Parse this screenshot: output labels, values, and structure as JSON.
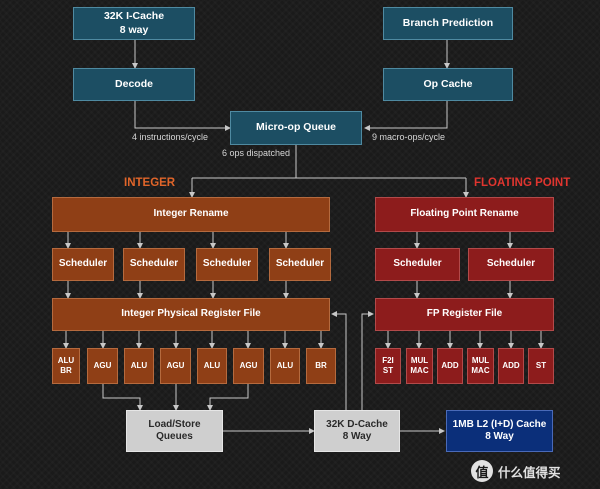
{
  "frontend": {
    "icache": {
      "line1": "32K I-Cache",
      "line2": "8 way"
    },
    "branch": "Branch Prediction",
    "decode": "Decode",
    "opcache": "Op Cache",
    "uopq": "Micro-op Queue",
    "label_left": "4 instructions/cycle",
    "label_right": "9 macro-ops/cycle",
    "label_dispatch": "6 ops dispatched"
  },
  "integer": {
    "heading": "INTEGER",
    "rename": "Integer Rename",
    "schedulers": [
      "Scheduler",
      "Scheduler",
      "Scheduler",
      "Scheduler"
    ],
    "regfile": "Integer Physical Register File",
    "units": [
      {
        "l1": "ALU",
        "l2": "BR"
      },
      {
        "l1": "AGU",
        "l2": ""
      },
      {
        "l1": "ALU",
        "l2": ""
      },
      {
        "l1": "AGU",
        "l2": ""
      },
      {
        "l1": "ALU",
        "l2": ""
      },
      {
        "l1": "AGU",
        "l2": ""
      },
      {
        "l1": "ALU",
        "l2": ""
      },
      {
        "l1": "BR",
        "l2": ""
      }
    ]
  },
  "fp": {
    "heading": "FLOATING POINT",
    "rename": "Floating Point Rename",
    "schedulers": [
      "Scheduler",
      "Scheduler"
    ],
    "regfile": "FP Register File",
    "units": [
      {
        "l1": "F2I",
        "l2": "ST"
      },
      {
        "l1": "MUL",
        "l2": "MAC"
      },
      {
        "l1": "ADD",
        "l2": ""
      },
      {
        "l1": "MUL",
        "l2": "MAC"
      },
      {
        "l1": "ADD",
        "l2": ""
      },
      {
        "l1": "ST",
        "l2": ""
      }
    ]
  },
  "memory": {
    "lsq": {
      "line1": "Load/Store",
      "line2": "Queues"
    },
    "dcache": {
      "line1": "32K D-Cache",
      "line2": "8 Way"
    },
    "l2": {
      "line1": "1MB L2 (I+D) Cache",
      "line2": "8 Way"
    }
  },
  "watermark": {
    "icon": "值",
    "text": "什么值得买"
  },
  "colors": {
    "teal": "#1c4e63",
    "integer": "#8f3f16",
    "fp": "#8d1c1c",
    "memory": "#cfcfcf",
    "l2": "#0b2f7a",
    "integer_heading": "#e0652a",
    "fp_heading": "#e0352f",
    "wire": "#c8c8c8"
  }
}
